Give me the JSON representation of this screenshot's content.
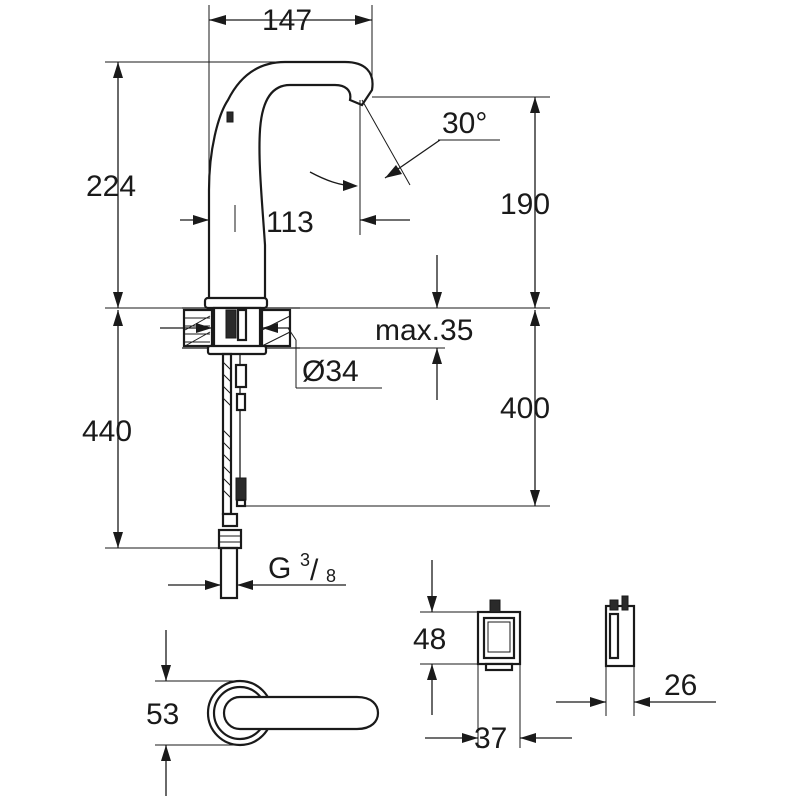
{
  "drawing": {
    "dimensions": {
      "spout_reach": "147",
      "spout_height": "224",
      "outlet_angle": "30°",
      "outlet_height": "190",
      "outlet_offset": "113",
      "max_deck_thickness": "max.35",
      "hole_diameter": "Ø34",
      "hose_length_total": "440",
      "hose_length": "400",
      "thread_prefix": "G",
      "thread_num": "3",
      "thread_slash": "/",
      "thread_den": "8",
      "box_height": "48",
      "box_width": "37",
      "box_depth": "26",
      "base_diameter": "53"
    }
  }
}
